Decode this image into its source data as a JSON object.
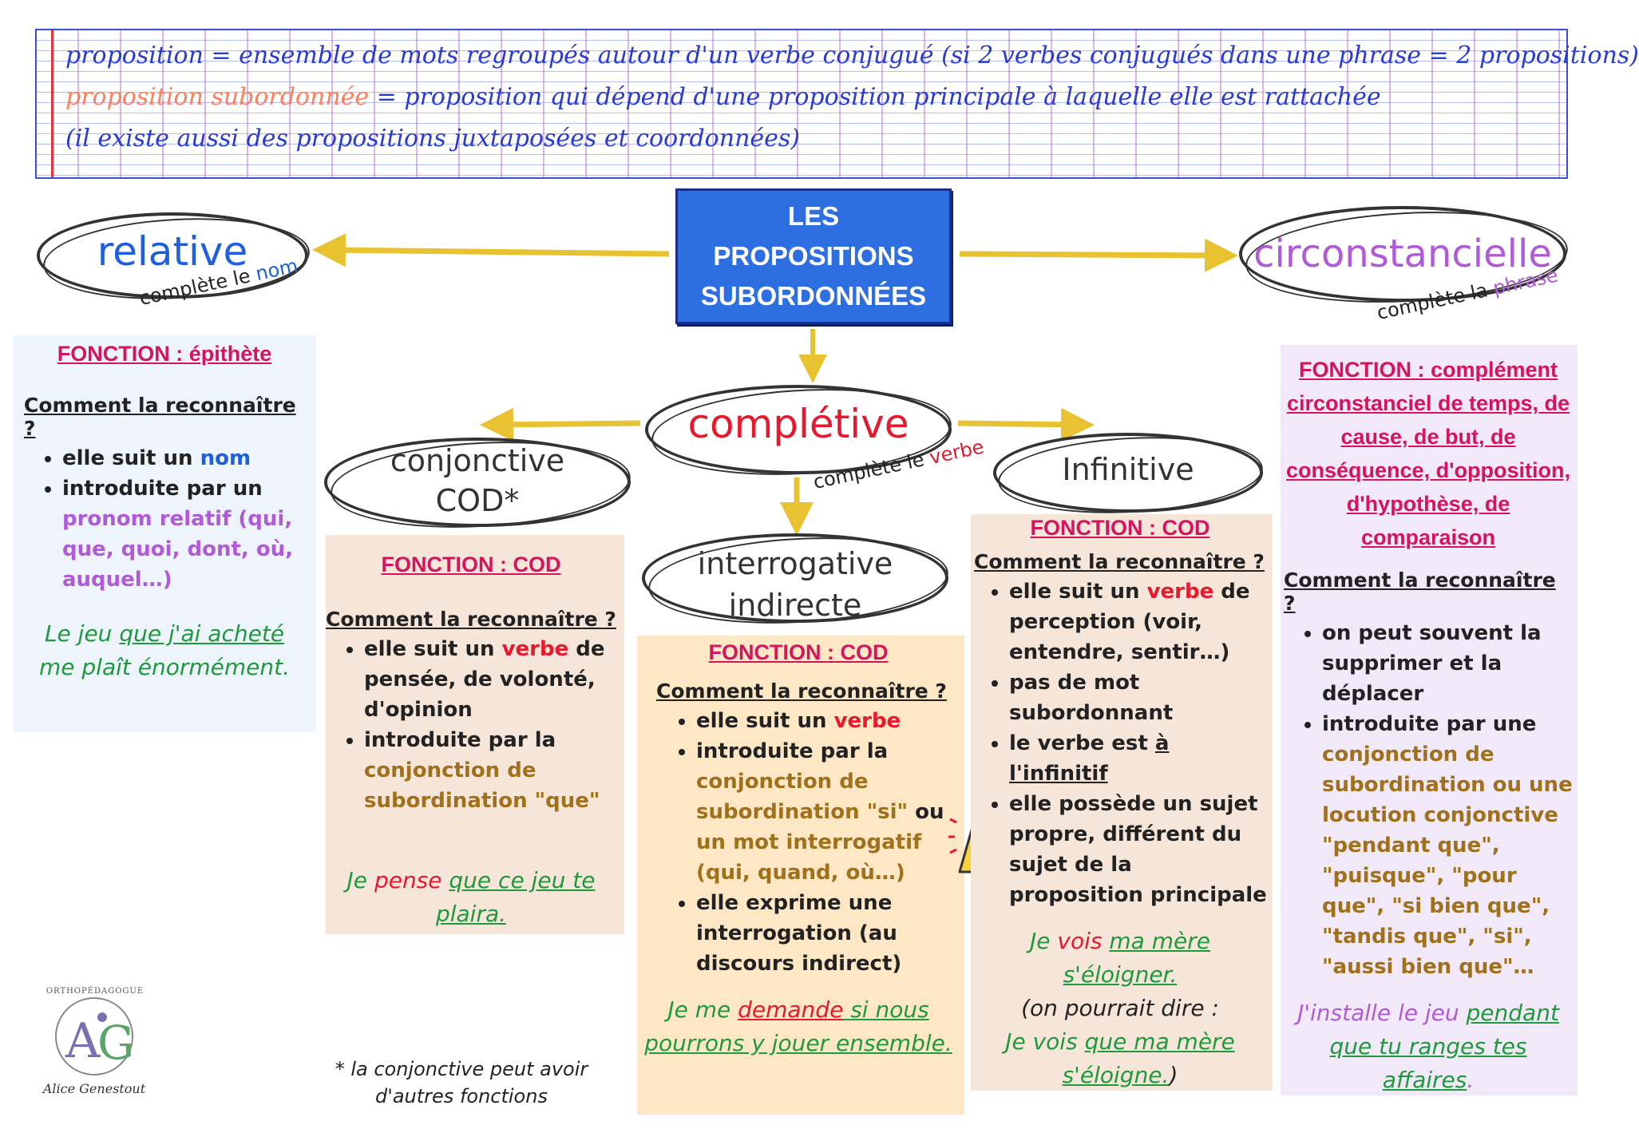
{
  "notebook": {
    "line1": "proposition = ensemble de mots regroupés autour d'un verbe conjugué (si 2 verbes conjugués dans une phrase = 2 propositions)",
    "line2_highlight": "proposition subordonnée",
    "line2_rest": " = proposition qui dépend d'une proposition principale à laquelle elle est rattachée",
    "line3": "(il existe aussi des propositions juxtaposées et coordonnées)"
  },
  "center": {
    "title": "LES\nPROPOSITIONS\nSUBORDONNÉES"
  },
  "relative": {
    "label": "relative",
    "complete_prefix": "complète le ",
    "complete_word": "nom",
    "fonction": "FONCTION : épithète",
    "how": "Comment la reconnaître ?",
    "b1_prefix": "elle suit un ",
    "b1_word": "nom",
    "b2_prefix": "introduite par un ",
    "b2_word": "pronom relatif (qui, que, quoi, dont, où, auquel…)",
    "ex_1": "Le jeu ",
    "ex_2": "que j'ai acheté",
    "ex_3": " me plaît énormément."
  },
  "completive": {
    "label": "complétive",
    "complete_prefix": "complète le ",
    "complete_word": "verbe"
  },
  "conjonctive": {
    "label_1": "conjonctive",
    "label_2": "COD*",
    "fonction": "FONCTION : COD",
    "how": "Comment la reconnaître ?",
    "b1_prefix": "elle suit un ",
    "b1_word": "verbe",
    "b1_suffix": " de pensée, de volonté, d'opinion",
    "b2_prefix": "introduite par la ",
    "b2_word": "conjonction de subordination \"que\"",
    "ex_1": "Je ",
    "ex_2": "pense",
    "ex_3": " ",
    "ex_4": "que ce jeu te plaira.",
    "note": "* la conjonctive peut avoir d'autres fonctions"
  },
  "interrogative": {
    "label_1": "interrogative",
    "label_2": "indirecte",
    "fonction": "FONCTION : COD",
    "how": "Comment la reconnaître ?",
    "b1_prefix": "elle suit un ",
    "b1_word": "verbe",
    "b2_prefix": "introduite par la ",
    "b2_word": "conjonction de subordination \"si\"",
    "b2_mid": " ou ",
    "b2_word2": "un mot interrogatif (qui, quand, où…)",
    "b3": "elle exprime une interrogation (au discours indirect)",
    "ex_1": "Je me ",
    "ex_2": "demande",
    "ex_3": " si nous pourrons y jouer ensemble."
  },
  "infinitive": {
    "label": "Infinitive",
    "fonction": "FONCTION : COD",
    "how": "Comment la reconnaître ?",
    "b1_prefix": " elle suit un ",
    "b1_word": "verbe",
    "b1_suffix": " de perception (voir, entendre, sentir…)",
    "b2": "pas de mot subordonnant",
    "b3_prefix": "le verbe est ",
    "b3_word": "à l'infinitif",
    "b4": "elle possède un sujet propre, différent du sujet de la proposition principale",
    "ex_1": "Je ",
    "ex_2": "vois",
    "ex_3": " ",
    "ex_4": "ma mère s'éloigner.",
    "ex_5": "(on pourrait dire :",
    "ex_6": "Je vois ",
    "ex_7": "que ma mère s'éloigne.",
    "ex_8": ")"
  },
  "circonstancielle": {
    "label": "circonstancielle",
    "complete_prefix": "complète la ",
    "complete_word": "phrase",
    "fonction": "FONCTION : complément circonstanciel de temps, de cause, de but, de conséquence, d'opposition, d'hypothèse, de comparaison",
    "how": "Comment la reconnaître ?",
    "b1": "on peut souvent  la supprimer et la déplacer",
    "b2_prefix": "introduite par une ",
    "b2_word": "conjonction de subordination ou une locution conjonctive \"pendant que\", \"puisque\", \"pour que\", \"si bien que\", \"tandis que\", \"si\", \"aussi bien que\"…",
    "ex_1": "J'installe le jeu ",
    "ex_2": "pendant que tu ranges tes affaires",
    "ex_3": "."
  },
  "logo": {
    "top": "ORTHOPÉDAGOGUE",
    "name": "Alice Genestout"
  },
  "colors": {
    "blue": "#1d5fe0",
    "red": "#e8192c",
    "violet": "#b05ad8",
    "brown": "#a0701b",
    "green": "#1e9a3c",
    "pink": "#d6145e",
    "arrow": "#e8c230"
  }
}
